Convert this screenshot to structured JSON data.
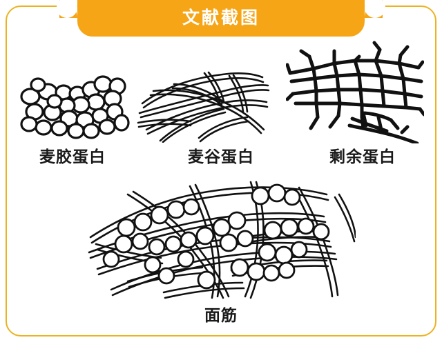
{
  "theme": {
    "accent": "#F5A516",
    "border": "#ECB21F",
    "background": "#FFFFFF",
    "ink": "#1A1A1A",
    "banner_text_color": "#FFFFFF"
  },
  "banner": {
    "title": "文献截图"
  },
  "figures": [
    {
      "id": "gliadin",
      "caption": "麦胶蛋白",
      "icon": "globular-protein-cluster-icon",
      "description": "packed oval globules"
    },
    {
      "id": "glutenin",
      "caption": "麦谷蛋白",
      "icon": "fibrous-strands-icon",
      "description": "tangled elongated fibrils"
    },
    {
      "id": "residual",
      "caption": "剩余蛋白",
      "icon": "protein-network-mesh-icon",
      "description": "branching network sheet with detached fragment"
    },
    {
      "id": "gluten",
      "caption": "面筋",
      "icon": "gluten-matrix-icon",
      "description": "fibrils interwoven with embedded globules"
    }
  ]
}
